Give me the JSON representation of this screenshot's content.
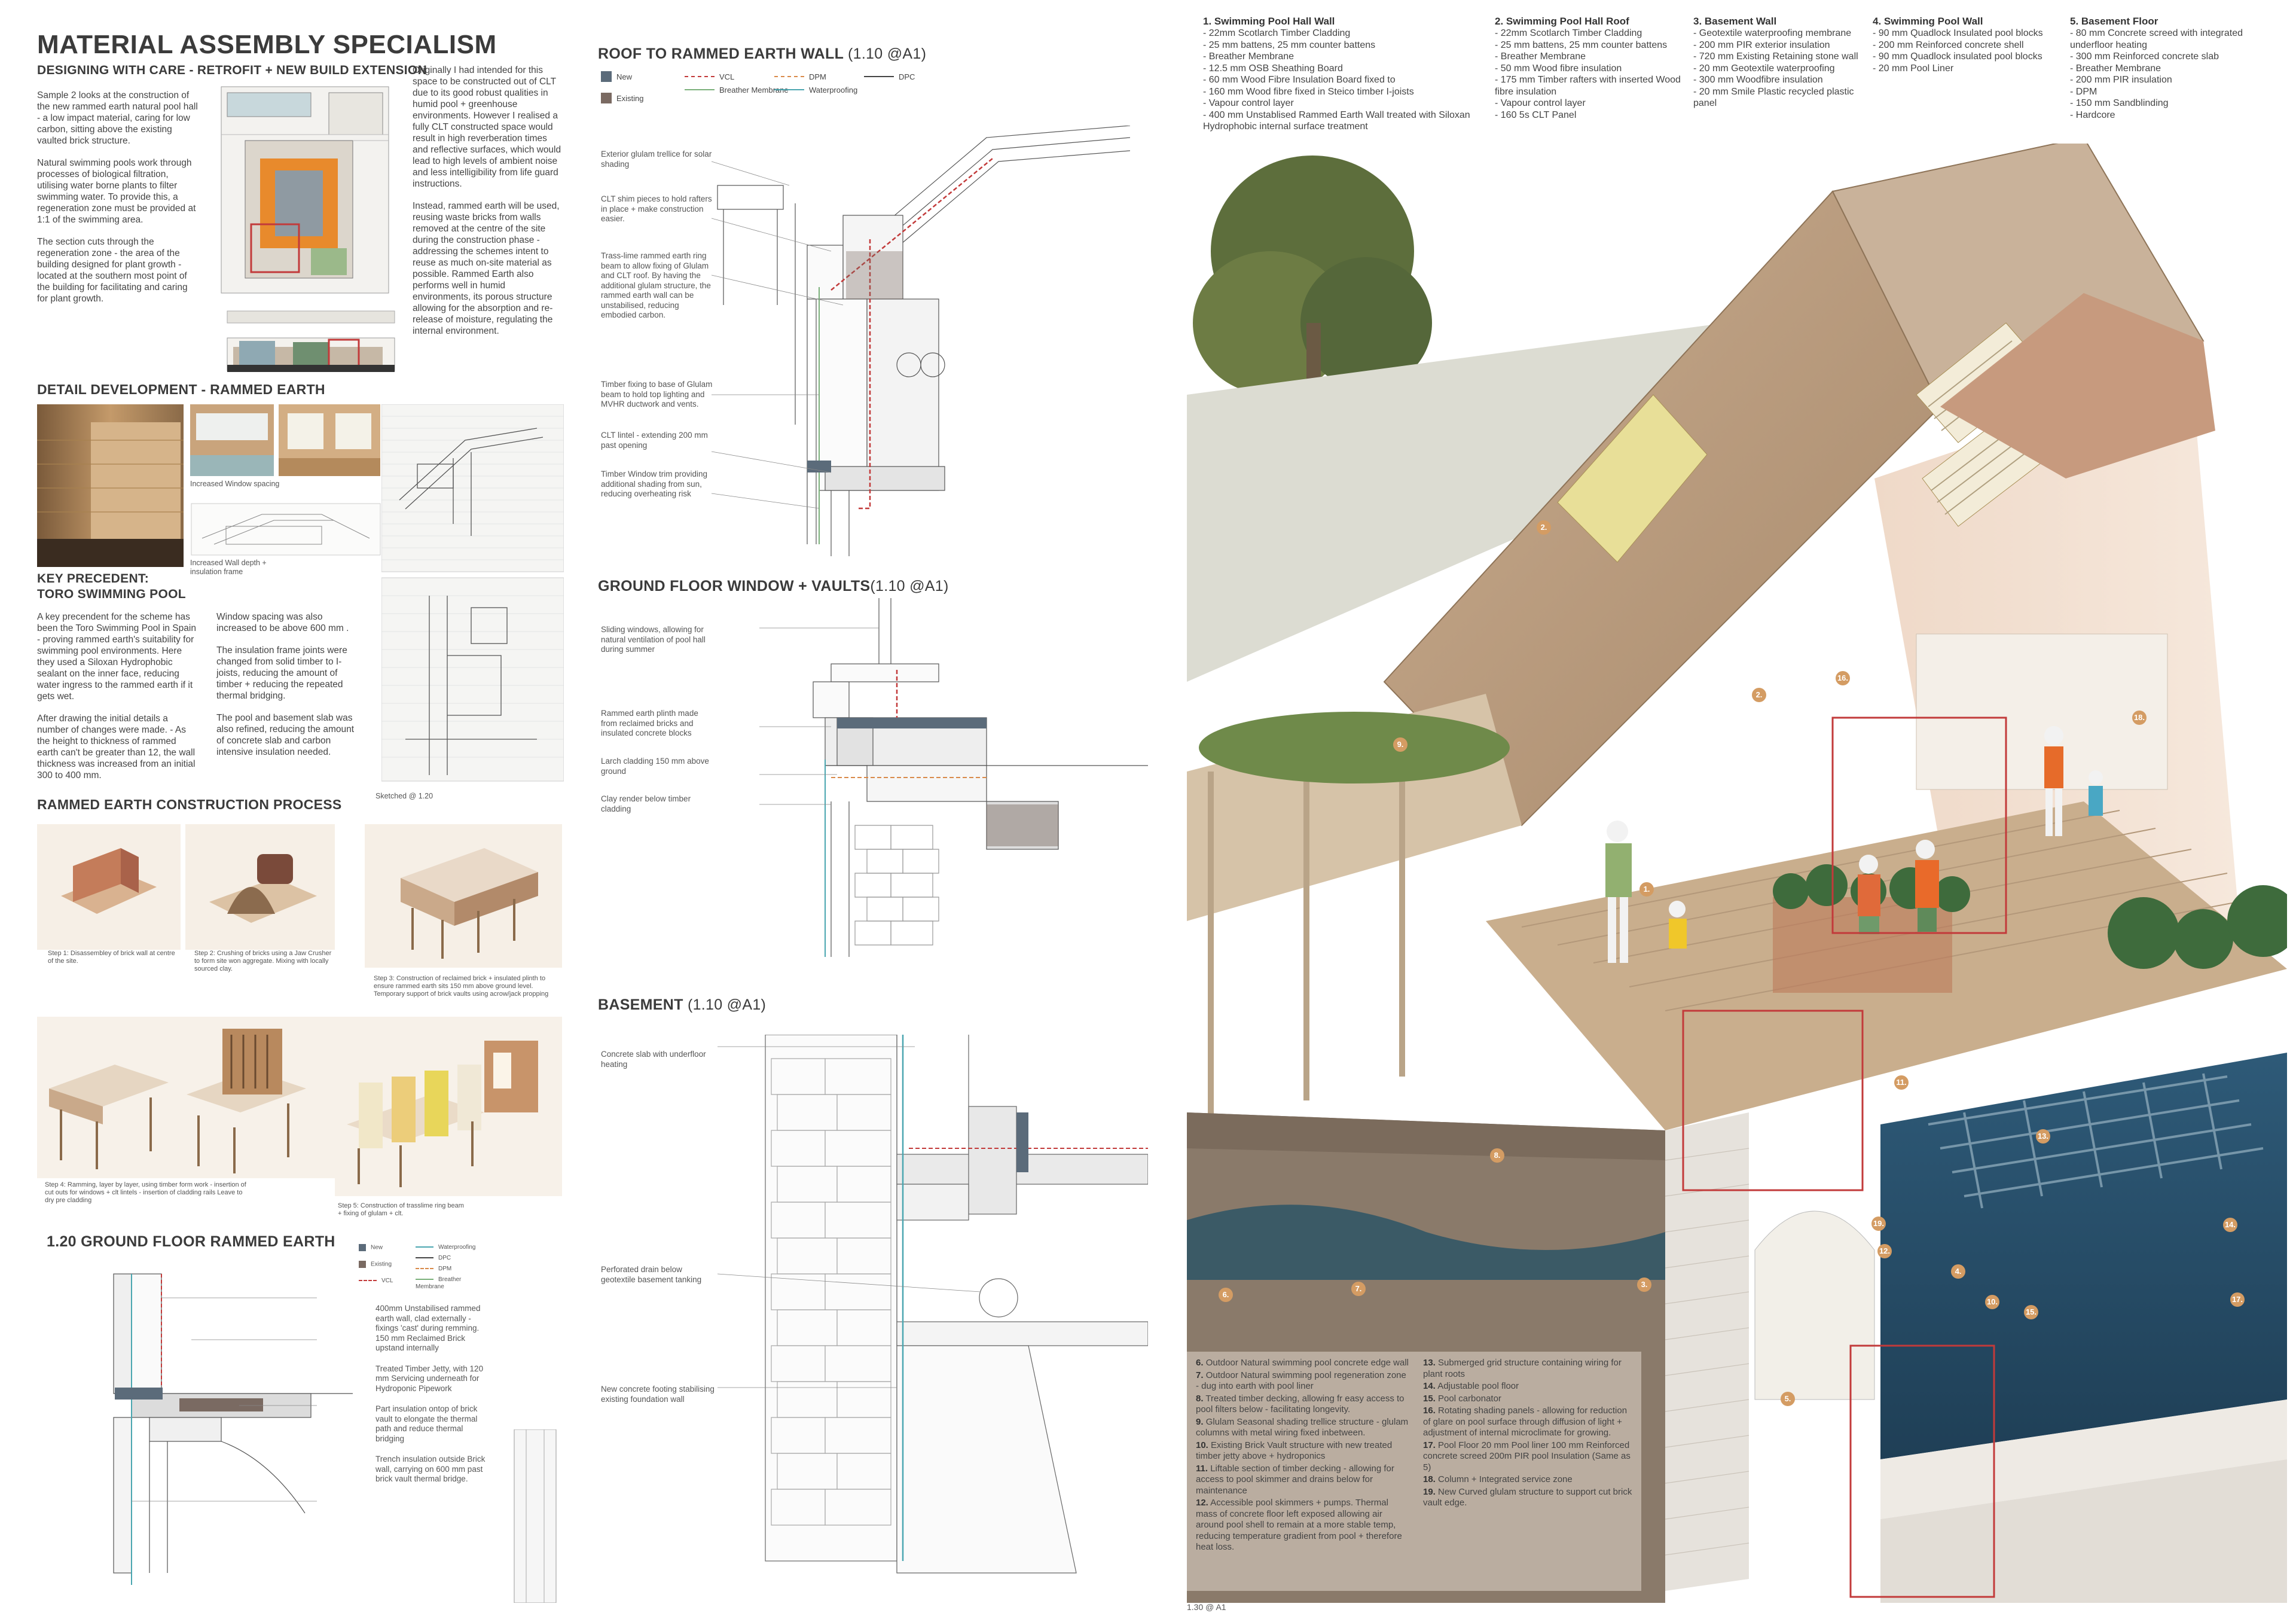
{
  "left": {
    "title": "MATERIAL ASSEMBLY SPECIALISM",
    "sub1": "DESIGNING WITH CARE - RETROFIT + NEW BUILD EXTENSION",
    "col1": [
      "Sample 2 looks at the construction of the new rammed earth natural pool hall - a low impact material, caring for low carbon, sitting above the existing vaulted brick structure.",
      "Natural swimming pools work through processes of biological filtration, utilising water borne plants to filter swimming water. To provide this, a regeneration zone must be provided at 1:1 of the swimming area.",
      "The section cuts through the regeneration zone - the area of the building designed for plant growth - located at the southern most point of the building for facilitating and caring for plant growth."
    ],
    "col2": [
      "Originally I had intended for this space to be constructed out of CLT due to its good robust qualities in humid pool + greenhouse environments. However I realised a fully CLT constructed space would result in high reverberation times and reflective surfaces, which would lead to high levels of ambient noise and less intelligibility from life guard instructions.",
      "Instead, rammed earth will be used, reusing waste bricks from walls removed at the centre of the site during the construction phase - addressing the schemes intent to reuse as much on-site material as possible. Rammed Earth also performs well in humid environments, its porous structure allowing for the absorption and re-release of moisture, regulating the internal environment."
    ],
    "detail_title": "DETAIL DEVELOPMENT - RAMMED EARTH",
    "cap_window": "Increased Window spacing",
    "cap_wall": "Increased Wall depth + insulation frame",
    "precedent_title1": "KEY PRECEDENT:",
    "precedent_title2": "TORO SWIMMING POOL",
    "prec_col1": [
      "A key precendent for the scheme has been the Toro Swimming Pool in Spain - proving rammed earth's suitability for swimming pool environments. Here they used a Siloxan Hydrophobic sealant on the inner face, reducing water ingress to the rammed earth if it gets wet.",
      "After drawing the initial details a number of changes were made. - As the height to thickness of rammed earth can't be greater than 12, the wall thickness was increased from an initial 300 to 400 mm."
    ],
    "prec_col2": [
      "Window spacing was also increased to be above 600 mm .",
      "The insulation frame joints were changed from solid timber to I- joists, reducing the amount of timber + reducing the repeated thermal bridging.",
      "The pool and basement slab was also refined, reducing the amount of concrete slab and carbon intensive insulation needed."
    ],
    "sketch_cap": "Sketched @ 1.20",
    "process_title": "RAMMED EARTH CONSTRUCTION PROCESS",
    "steps": [
      "Step 1: Disassembley of brick wall at centre of the site.",
      "Step 2: Crushing of bricks using a Jaw Crusher to form site won aggregate. Mixing with locally sourced clay.",
      "Step 3: Construction of reclaimed brick + insulated plinth to ensure rammed earth sits 150 mm above ground level. Temporary support of brick vaults using acrow/jack propping",
      "Step 4: Ramming, layer by layer, using timber form work - insertion of cut outs for windows + clt lintels - insertion of cladding rails Leave to dry pre  cladding",
      "Step 5: Construction of trasslime ring beam + fixing of glulam + clt."
    ],
    "gf_title": "1.20 GROUND FLOOR RAMMED EARTH",
    "gf_legend": [
      "New",
      "Existing",
      "VCL",
      "Waterproofing",
      "DPC",
      "DPM",
      "Breather Membrane"
    ],
    "gf_notes": [
      "400mm Unstabilised rammed earth wall, clad externally - fixings 'cast' during remming. 150 mm Reclaimed Brick upstand internally",
      "Treated Timber Jetty, with 120 mm Servicing underneath for Hydroponic Pipework",
      "Part insulation ontop of brick vault to elongate the thermal path and reduce thermal bridging",
      "Trench insulation outside Brick wall, carrying on 600 mm past brick vault thermal bridge."
    ]
  },
  "mid": {
    "roof_title": "ROOF TO RAMMED EARTH WALL",
    "roof_scale": "(1.10 @A1)",
    "legend": [
      "New",
      "Existing",
      "VCL",
      "DPM",
      "DPC",
      "Breather Membrane",
      "Waterproofing"
    ],
    "roof_notes": [
      "Exterior glulam trellice for solar shading",
      "CLT shim pieces to hold rafters in place + make construction easier.",
      "Trass-lime rammed earth ring beam to allow fixing of Glulam and CLT roof. By having the additional glulam structure, the rammed earth wall can be unstabilised, reducing embodied carbon.",
      "Timber fixing to base of Glulam beam to hold top lighting and MVHR ductwork and vents.",
      "CLT lintel - extending 200 mm past opening",
      "Timber Window trim providing additional shading from sun, reducing overheating risk"
    ],
    "gfw_title": "GROUND FLOOR WINDOW + VAULTS",
    "gfw_scale": "(1.10 @A1)",
    "gfw_notes": [
      "Sliding windows, allowing for natural ventilation of pool hall during summer",
      "Rammed earth plinth made from reclaimed bricks and insulated concrete blocks",
      "Larch cladding 150 mm above ground",
      "Clay render below timber cladding"
    ],
    "base_title": "BASEMENT",
    "base_scale": "(1.10 @A1)",
    "base_notes": [
      "Concrete slab with underfloor heating",
      "Perforated drain below geotextile basement tanking",
      "New concrete footing stabilising existing foundation wall"
    ]
  },
  "right": {
    "specs": [
      {
        "title": "1. Swimming Pool Hall Wall",
        "items": [
          "- 22mm Scotlarch Timber Cladding",
          "- 25 mm battens, 25 mm counter battens",
          "- Breather Membrane",
          "- 12.5 mm OSB Sheathing Board",
          "- 60 mm Wood Fibre Insulation Board fixed to",
          "- 160 mm Wood fibre fixed in Steico timber I-joists",
          "- Vapour control layer",
          "- 400 mm Unstablised Rammed Earth Wall treated with Siloxan Hydrophobic internal surface treatment"
        ]
      },
      {
        "title": "2. Swimming Pool Hall Roof",
        "items": [
          "- 22mm Scotlarch Timber Cladding",
          "- 25 mm battens, 25 mm counter battens",
          "- Breather Membrane",
          "- 50 mm Wood fibre insulation",
          "- 175 mm Timber rafters with inserted Wood fibre insulation",
          "- Vapour control layer",
          "- 160 5s CLT Panel"
        ]
      },
      {
        "title": "3. Basement Wall",
        "items": [
          "- Geotextile waterproofing membrane",
          "- 200 mm PIR exterior insulation",
          "- 720 mm Existing Retaining stone wall",
          "- 20 mm Geotextile waterproofing",
          "- 300 mm Woodfibre insulation",
          "- 20 mm Smile Plastic recycled plastic panel"
        ]
      },
      {
        "title": "4. Swimming Pool Wall",
        "items": [
          "- 90 mm Quadlock Insulated pool blocks",
          "- 200 mm Reinforced concrete shell",
          "- 90 mm Quadlock insulated pool blocks",
          "- 20 mm Pool Liner"
        ]
      },
      {
        "title": "5. Basement Floor",
        "items": [
          "- 80 mm Concrete screed with integrated underfloor heating",
          "- 300 mm Reinforced concrete slab",
          "- Breather Membrane",
          "- 200 mm PIR insulation",
          "- DPM",
          "- 150 mm Sandblinding",
          "- Hardcore"
        ]
      }
    ],
    "key_col1": [
      {
        "n": "6.",
        "t": "Outdoor Natural swimming pool concrete edge wall"
      },
      {
        "n": "7.",
        "t": "Outdoor Natural swimming pool regeneration zone - dug into earth with pool liner"
      },
      {
        "n": "8.",
        "t": "Treated timber decking, allowing fr easy access to pool filters below - facilitating longevity."
      },
      {
        "n": "9.",
        "t": "Glulam Seasonal shading trellice structure - glulam columns with metal wiring fixed inbetween."
      },
      {
        "n": "10.",
        "t": "Existing Brick Vault structure with new treated timber jetty above + hydroponics"
      },
      {
        "n": "11.",
        "t": "Liftable section of timber decking - allowing for access to pool skimmer and drains below for maintenance"
      },
      {
        "n": "12.",
        "t": "Accessible pool skimmers + pumps. Thermal mass of concrete floor left exposed allowing air around pool shell to remain at a more stable temp, reducing temperature gradient from pool + therefore heat loss."
      }
    ],
    "key_col2": [
      {
        "n": "13.",
        "t": "Submerged grid structure containing wiring for plant roots"
      },
      {
        "n": "14.",
        "t": "Adjustable pool floor"
      },
      {
        "n": "15.",
        "t": "Pool carbonator"
      },
      {
        "n": "16.",
        "t": "Rotating shading panels - allowing for reduction of glare on pool surface through diffusion of light + adjustment of internal microclimate for growing."
      },
      {
        "n": "17.",
        "t": "Pool Floor 20 mm Pool liner 100 mm Reinforced concrete screed 200m PIR pool Insulation (Same as 5)"
      },
      {
        "n": "18.",
        "t": "Column + Integrated service zone"
      },
      {
        "n": "19.",
        "t": "New Curved glulam structure to support cut brick vault edge."
      }
    ],
    "markers": [
      "1.",
      "2.",
      "2.",
      "3.",
      "4.",
      "5.",
      "6.",
      "7.",
      "8.",
      "9.",
      "10.",
      "11.",
      "12.",
      "13.",
      "14.",
      "15.",
      "16.",
      "17.",
      "18.",
      "19."
    ],
    "scale": "1.30 @ A1"
  },
  "colors": {
    "accent_red": "#c23a3a",
    "new_fill": "#5b6b7a",
    "existing_fill": "#7a6a62",
    "vcl": "#c23a3a",
    "dpm": "#d98a4a",
    "dpc": "#444444",
    "breather": "#7ab07a",
    "waterproof": "#4aa6b0"
  }
}
